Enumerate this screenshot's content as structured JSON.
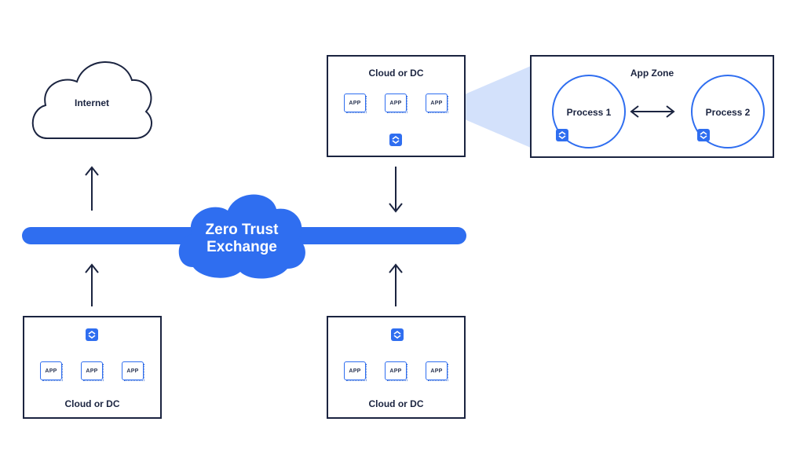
{
  "internet": {
    "label": "Internet"
  },
  "zero_trust_exchange": {
    "line1": "Zero Trust",
    "line2": "Exchange"
  },
  "top_dc": {
    "label": "Cloud or DC",
    "apps": [
      "APP",
      "APP",
      "APP"
    ]
  },
  "bottom_left_dc": {
    "label": "Cloud or DC",
    "apps": [
      "APP",
      "APP",
      "APP"
    ]
  },
  "bottom_right_dc": {
    "label": "Cloud or DC",
    "apps": [
      "APP",
      "APP",
      "APP"
    ]
  },
  "app_zone": {
    "title": "App Zone",
    "process1": "Process 1",
    "process2": "Process 2"
  },
  "colors": {
    "accent": "#2f6ef0",
    "border": "#1b2440",
    "zoom_fill": "#d3e1fb"
  },
  "icons": [
    "connector-icon",
    "app-icon",
    "double-arrow-icon",
    "arrow-up-icon",
    "arrow-down-icon",
    "cloud-icon"
  ]
}
